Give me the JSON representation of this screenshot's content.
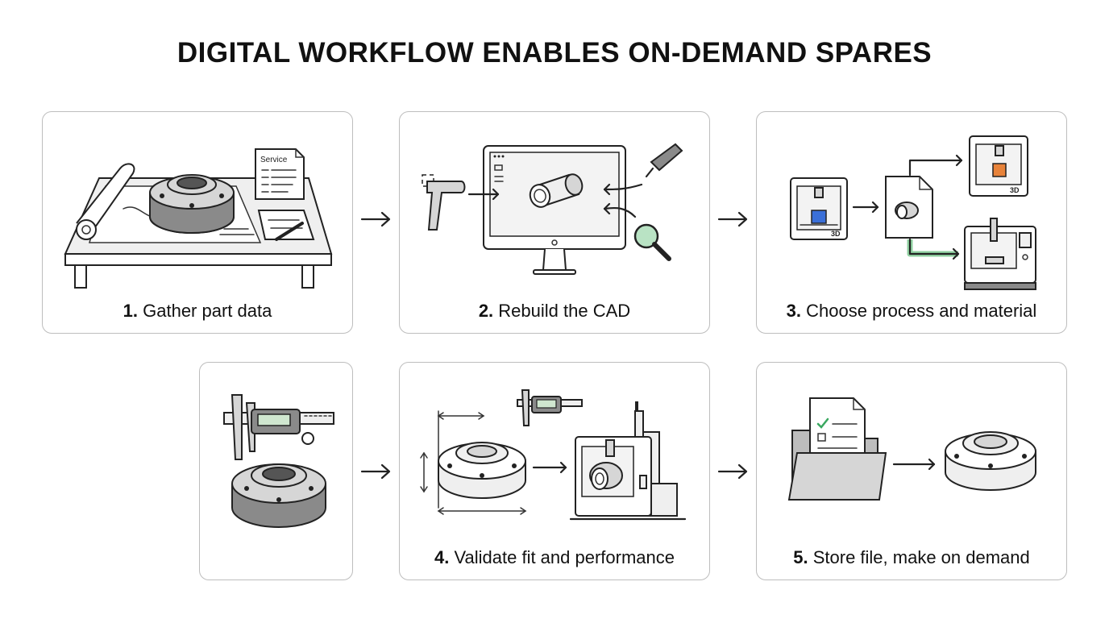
{
  "title": "DIGITAL WORKFLOW ENABLES ON-DEMAND SPARES",
  "steps": [
    {
      "num": "1.",
      "label": "Gather part data",
      "doc_label": "Service"
    },
    {
      "num": "2.",
      "label": "Rebuild the CAD"
    },
    {
      "num": "3.",
      "label": "Choose process and material",
      "printer_label": "3D",
      "printer_label_2": "3D"
    },
    {
      "num": "",
      "label": ""
    },
    {
      "num": "4.",
      "label": "Validate fit and performance"
    },
    {
      "num": "5.",
      "label": "Store file, make on demand"
    }
  ],
  "colors": {
    "accent_green": "#8fd0a0",
    "cube_blue": "#3a6fd8",
    "cube_orange": "#e8833a",
    "border": "#bdbdbd"
  }
}
